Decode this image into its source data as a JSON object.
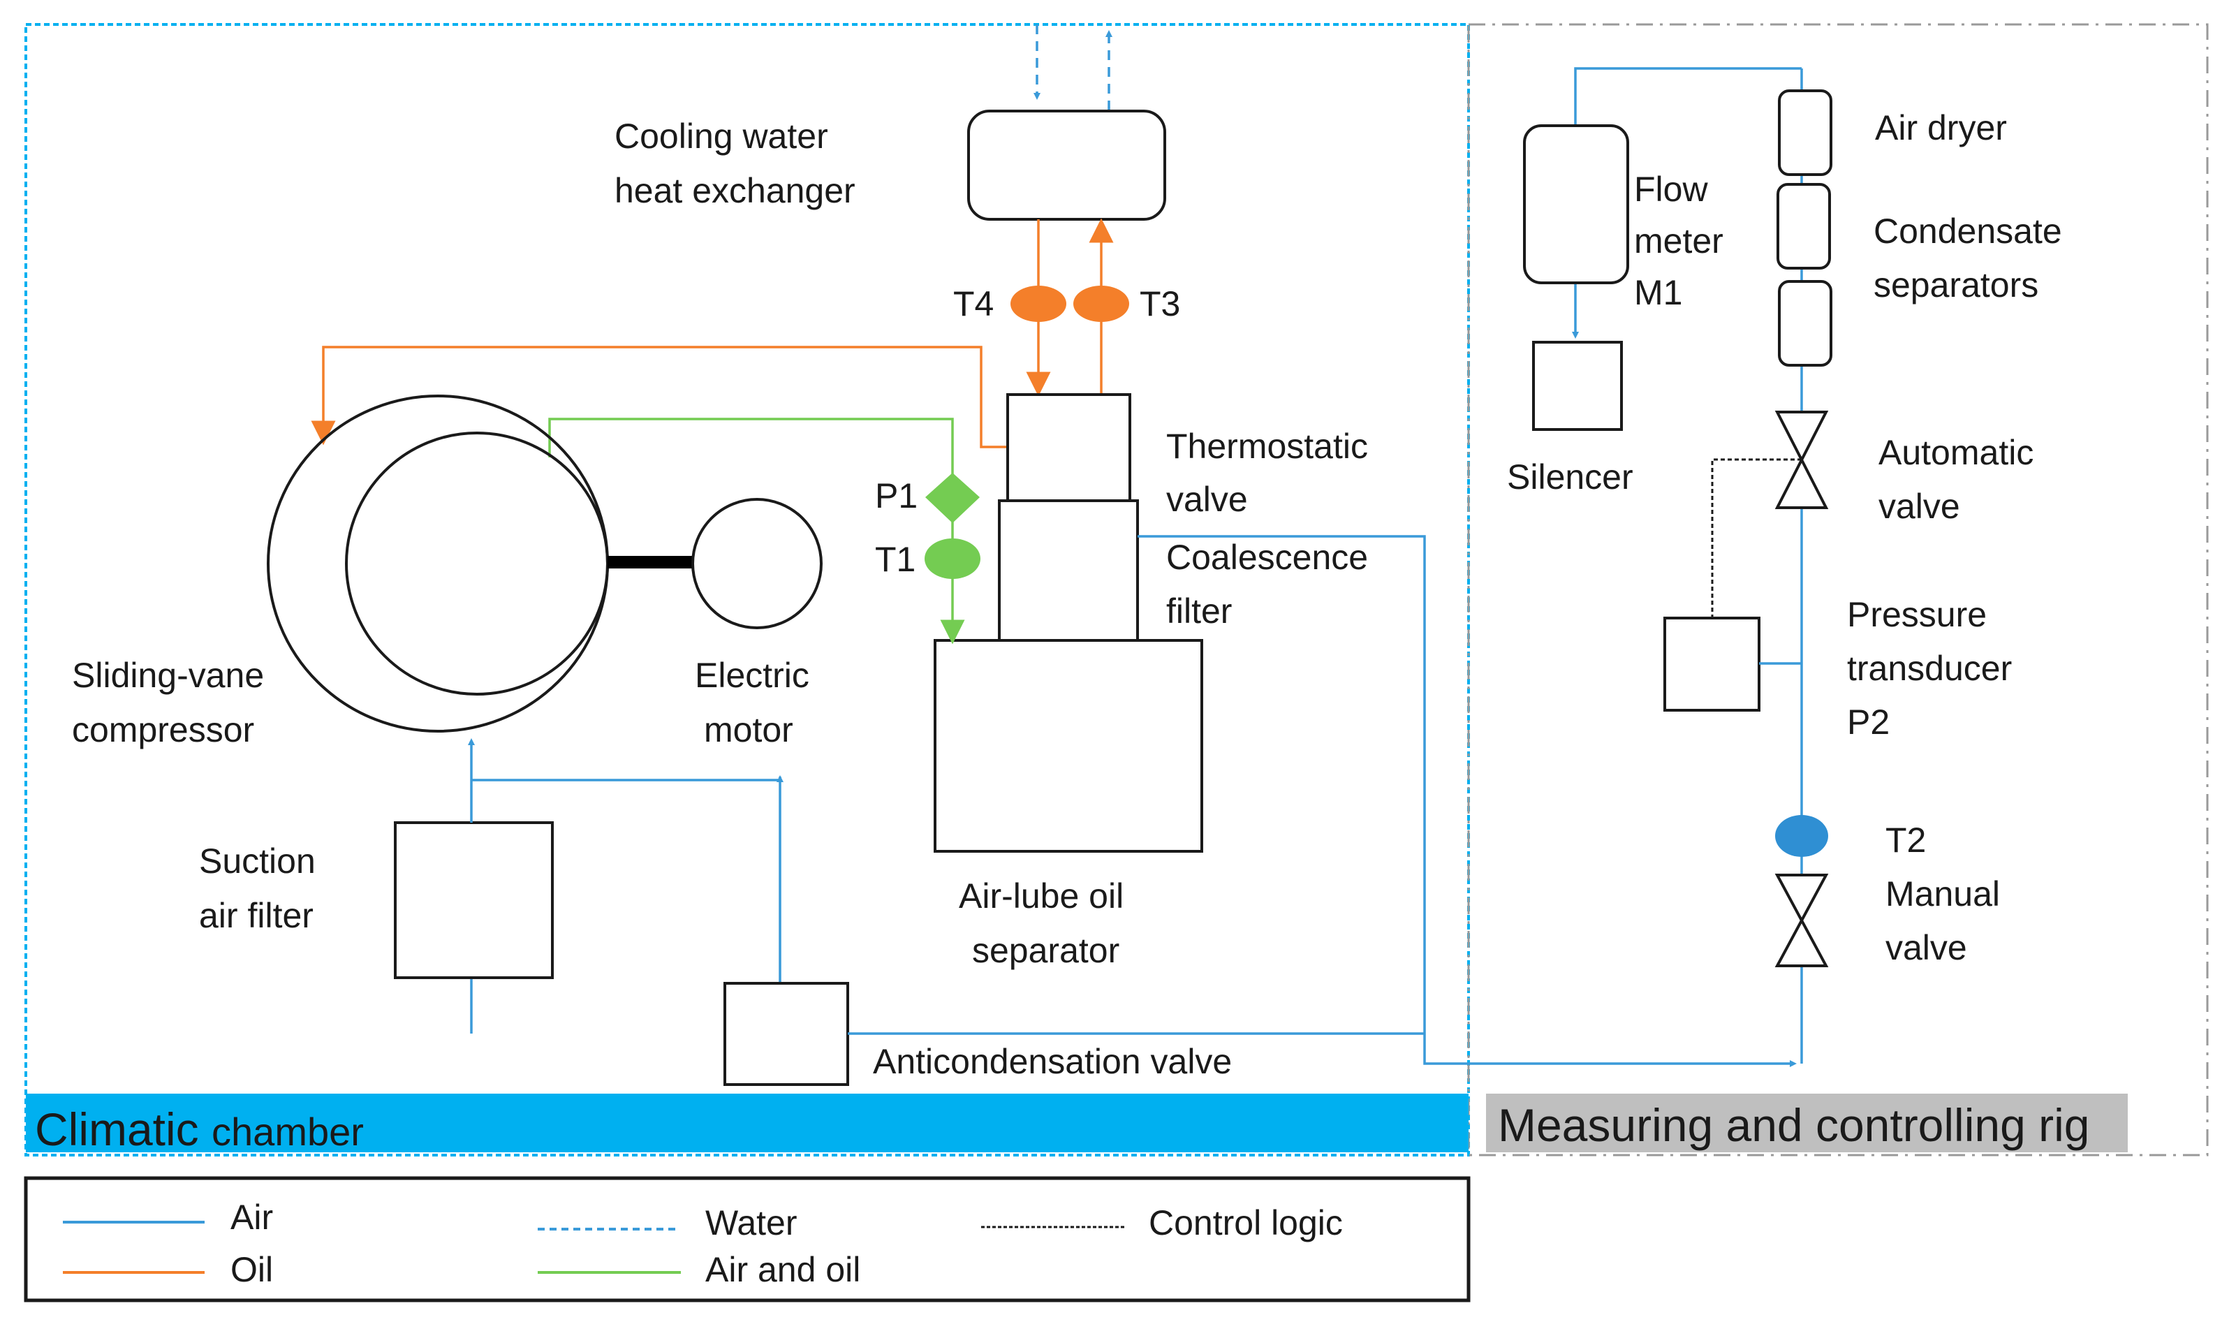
{
  "colors": {
    "air": "#3a9ad9",
    "oil": "#f47f2a",
    "air_and_oil": "#74cc52",
    "water": "#3a9ad9",
    "control_logic": "#1a1a1a",
    "climatic_band": "#00b0f0",
    "rig_band": "#bfbfbf",
    "chamber_border": "#00b0f0",
    "rig_border": "#999999"
  },
  "regions": {
    "climatic_chamber": {
      "label_main": "Climatic",
      "label_sub": "chamber"
    },
    "measuring_rig": {
      "label": "Measuring and controlling rig"
    }
  },
  "components": {
    "cooling_hx": {
      "line1": "Cooling water",
      "line2": "heat exchanger"
    },
    "compressor": {
      "line1": "Sliding-vane",
      "line2": "compressor"
    },
    "motor": {
      "line1": "Electric",
      "line2": "motor"
    },
    "suction_filter": {
      "line1": "Suction",
      "line2": "air filter"
    },
    "anticondensation": {
      "line1": "Anticondensation valve"
    },
    "thermostatic_valve": {
      "line1": "Thermostatic",
      "line2": "valve"
    },
    "coalescence_filter": {
      "line1": "Coalescence",
      "line2": "filter"
    },
    "separator": {
      "line1": "Air-lube oil",
      "line2": "separator"
    },
    "flow_meter": {
      "line1": "Flow",
      "line2": "meter",
      "line3": "M1"
    },
    "silencer": {
      "line1": "Silencer"
    },
    "air_dryer": {
      "line1": "Air dryer"
    },
    "condensate": {
      "line1": "Condensate",
      "line2": "separators"
    },
    "automatic_valve": {
      "line1": "Automatic",
      "line2": "valve"
    },
    "pressure_transducer": {
      "line1": "Pressure",
      "line2": "transducer",
      "line3": "P2"
    },
    "manual_valve": {
      "line1": "Manual",
      "line2": "valve"
    }
  },
  "sensors": {
    "t1": "T1",
    "t2": "T2",
    "t3": "T3",
    "t4": "T4",
    "p1": "P1"
  },
  "legend": [
    {
      "label": "Air",
      "style": "solid",
      "color": "#3a9ad9"
    },
    {
      "label": "Oil",
      "style": "solid",
      "color": "#f47f2a"
    },
    {
      "label": "Water",
      "style": "dashed",
      "color": "#3a9ad9"
    },
    {
      "label": "Air and oil",
      "style": "solid",
      "color": "#74cc52"
    },
    {
      "label": "Control logic",
      "style": "dotted",
      "color": "#1a1a1a"
    }
  ]
}
